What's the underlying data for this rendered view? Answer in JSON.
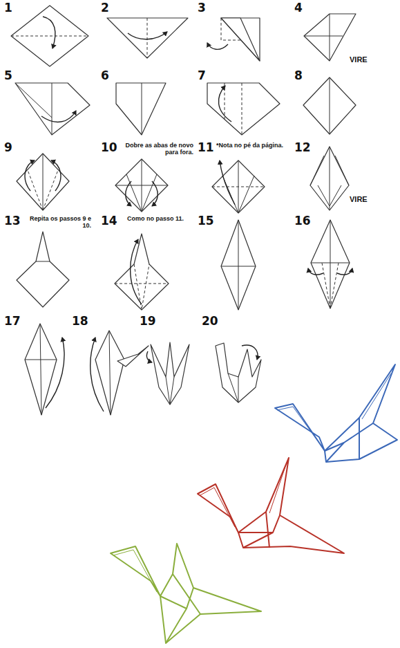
{
  "diagram": {
    "labels": [
      "1",
      "2",
      "3",
      "4",
      "VIRE",
      "5",
      "6",
      "7",
      "8",
      "9",
      "10",
      "Dobre as abas de novo para fora.",
      "11",
      "*Nota no pé da página.",
      "12",
      "VIRE",
      "13",
      "Repita os passos 9 e 10.",
      "14",
      "Como no passo 11.",
      "15",
      "16",
      "17",
      "18",
      "19",
      "20"
    ]
  }
}
